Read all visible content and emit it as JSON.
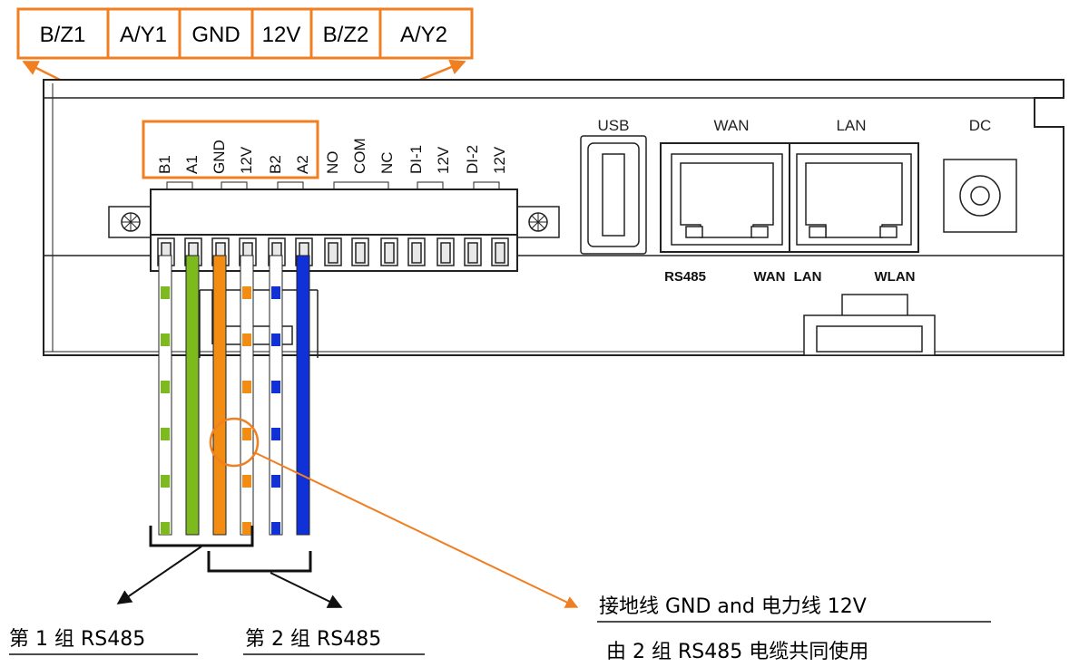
{
  "terminal_callout": {
    "labels": [
      "B/Z1",
      "A/Y1",
      "GND",
      "12V",
      "B/Z2",
      "A/Y2"
    ],
    "color": "#f07f22"
  },
  "device": {
    "pin_labels": [
      "B1",
      "A1",
      "GND",
      "12V",
      "B2",
      "A2",
      "NO",
      "COM",
      "NC",
      "DI-1",
      "12V",
      "DI-2",
      "12V"
    ],
    "ports": {
      "usb": "USB",
      "wan": "WAN",
      "lan": "LAN",
      "dc": "DC"
    },
    "led_labels": {
      "rs485": "RS485",
      "wan": "WAN",
      "lan": "LAN",
      "wlan": "WLAN"
    }
  },
  "wires": [
    {
      "name": "b1",
      "color": "#7cba1e",
      "striped": true
    },
    {
      "name": "a1",
      "color": "#7cba1e",
      "striped": false
    },
    {
      "name": "gnd",
      "color": "#f28c12",
      "striped": false
    },
    {
      "name": "12v",
      "color": "#f28c12",
      "striped": true
    },
    {
      "name": "b2",
      "color": "#1030d8",
      "striped": true
    },
    {
      "name": "a2",
      "color": "#1030d8",
      "striped": false
    }
  ],
  "captions": {
    "group1": "第 1 组  RS485",
    "group2": "第 2 组 RS485",
    "shared_line1": "接地线 GND and 电力线  12V",
    "shared_line2": "由 2 组 RS485 电缆共同使用"
  }
}
